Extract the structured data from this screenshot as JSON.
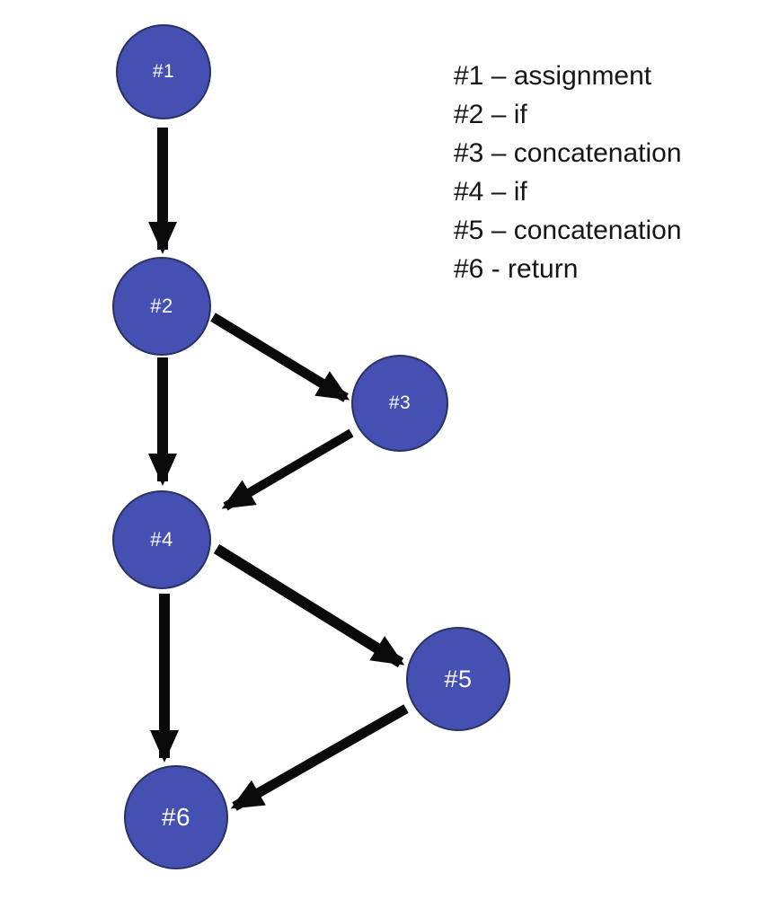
{
  "diagram": {
    "type": "control-flow-graph",
    "colors": {
      "node_fill": "#4450b2",
      "node_text": "#ffffff",
      "arrow": "#0a0a0a",
      "background": "#ffffff",
      "legend_text": "#161616"
    },
    "nodes": [
      {
        "id": "1",
        "label": "#1"
      },
      {
        "id": "2",
        "label": "#2"
      },
      {
        "id": "3",
        "label": "#3"
      },
      {
        "id": "4",
        "label": "#4"
      },
      {
        "id": "5",
        "label": "#5"
      },
      {
        "id": "6",
        "label": "#6"
      }
    ],
    "edges": [
      {
        "from": "#1",
        "to": "#2"
      },
      {
        "from": "#2",
        "to": "#3"
      },
      {
        "from": "#2",
        "to": "#4"
      },
      {
        "from": "#3",
        "to": "#4"
      },
      {
        "from": "#4",
        "to": "#5"
      },
      {
        "from": "#4",
        "to": "#6"
      },
      {
        "from": "#5",
        "to": "#6"
      }
    ]
  },
  "legend": {
    "items": [
      "#1 – assignment",
      "#2 – if",
      "#3 – concatenation",
      "#4 – if",
      "#5 – concatenation",
      "#6 - return"
    ]
  }
}
